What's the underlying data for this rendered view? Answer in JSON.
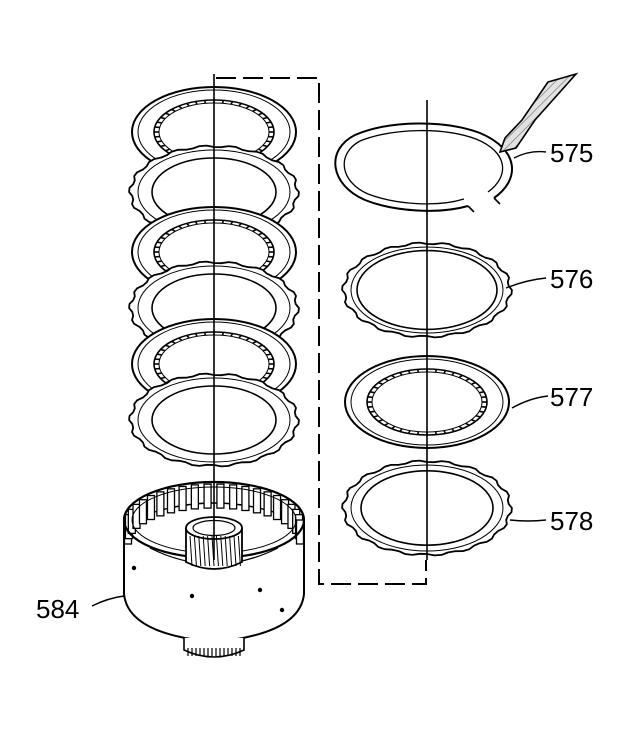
{
  "colors": {
    "ink": "#000000",
    "background": "#ffffff",
    "tool": "#d9d9d9"
  },
  "callouts": {
    "snap_ring": "575",
    "steel_plate": "576",
    "fiber_plate": "577",
    "backing_plate": "578",
    "clutch_housing": "584"
  }
}
